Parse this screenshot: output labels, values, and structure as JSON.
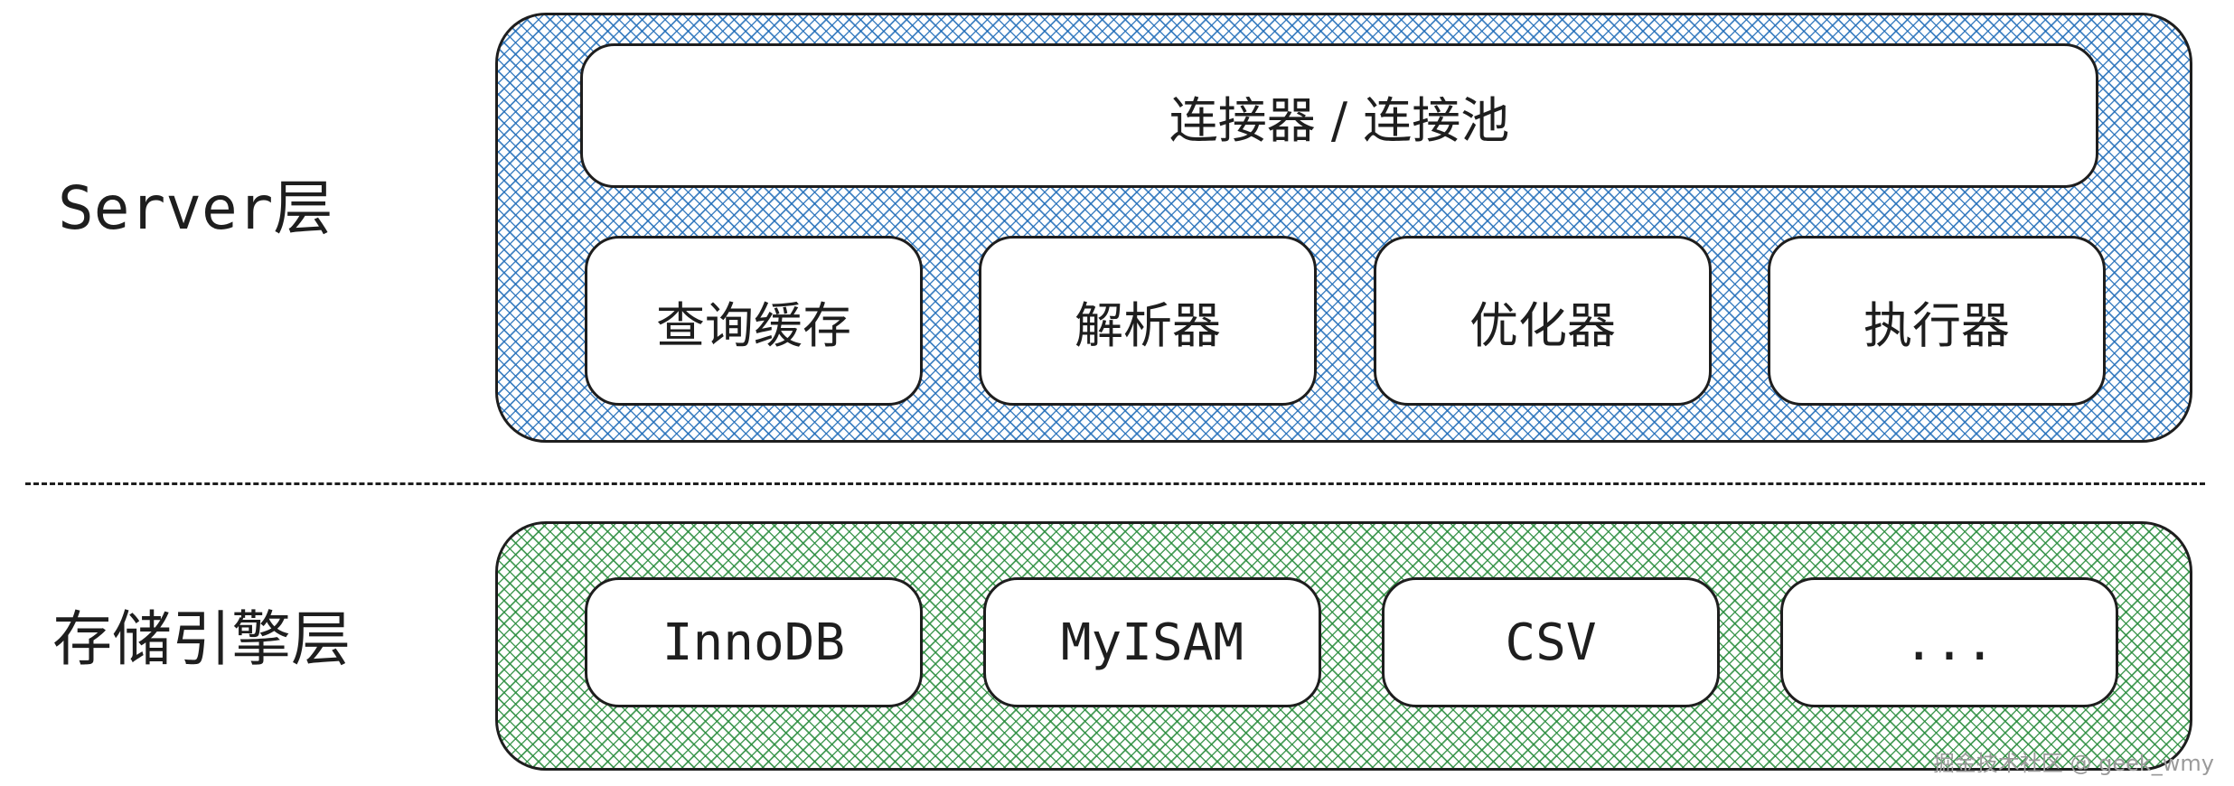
{
  "layers": {
    "server_label": "Server层",
    "storage_label": "存储引擎层"
  },
  "server": {
    "connector": "连接器 / 连接池",
    "components": [
      "查询缓存",
      "解析器",
      "优化器",
      "执行器"
    ]
  },
  "storage": {
    "engines": [
      "InnoDB",
      "MyISAM",
      "CSV",
      "..."
    ]
  },
  "watermark": "掘金技术社区 @ geek_wmy",
  "colors": {
    "server_hatch": "#226eb9",
    "storage_hatch": "#288c3c",
    "stroke": "#1e1e1e",
    "box_fill": "#ffffff"
  }
}
